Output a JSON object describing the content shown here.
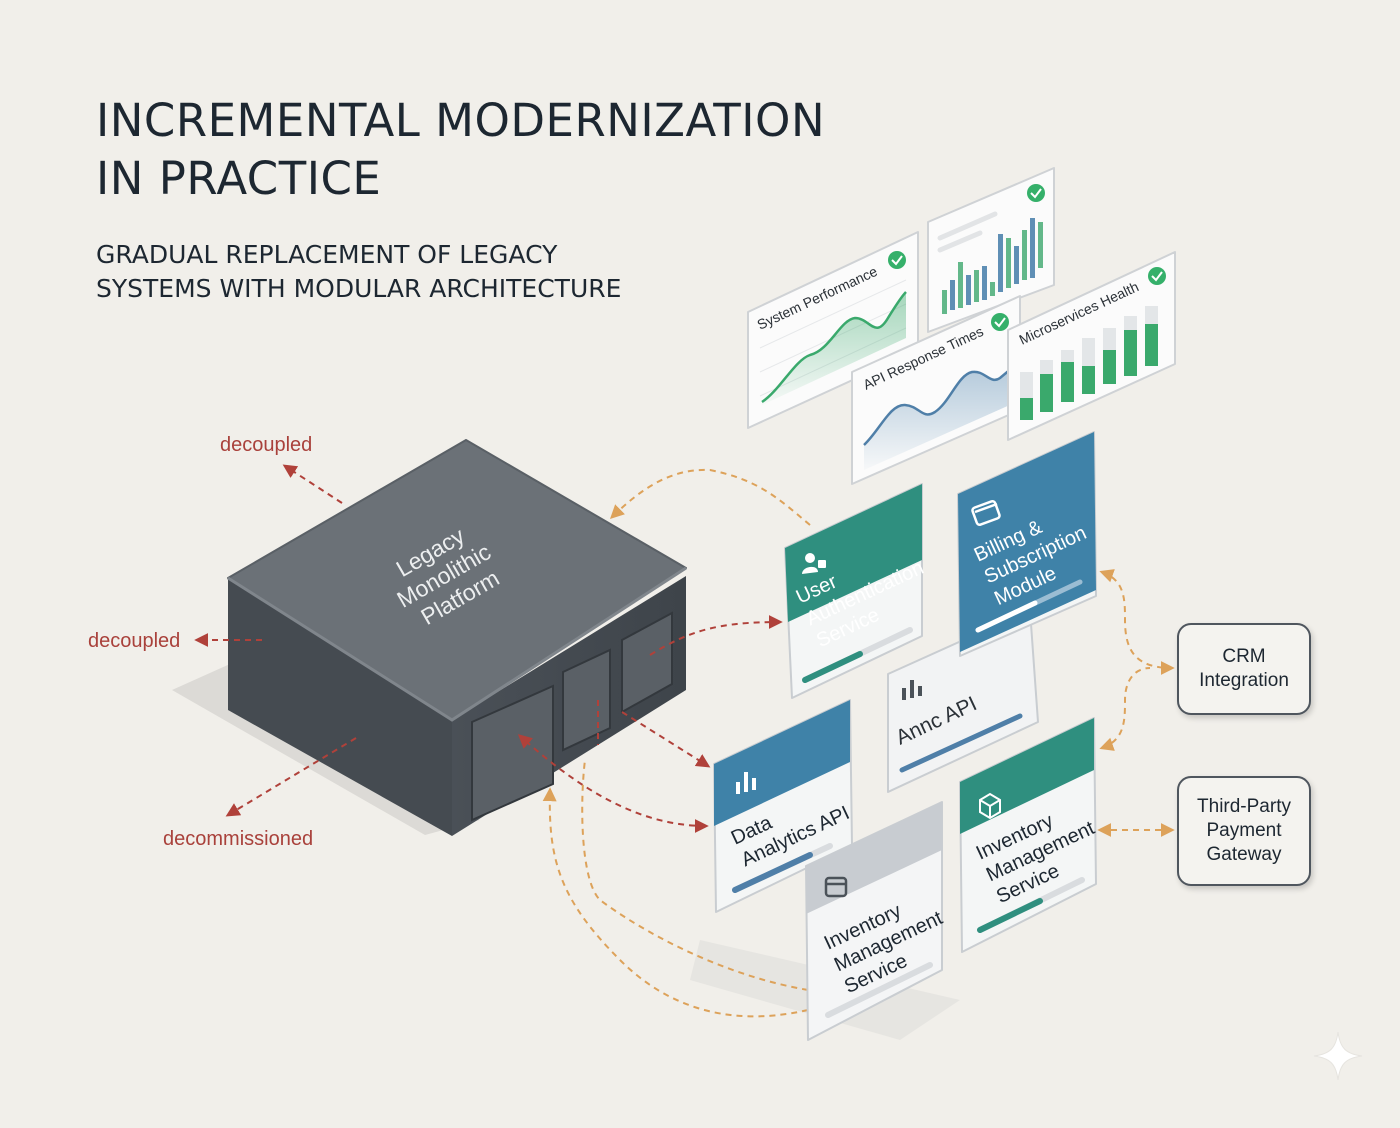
{
  "title_line1": "INCREMENTAL MODERNIZATION",
  "title_line2": "IN PRACTICE",
  "subtitle_line1": "GRADUAL REPLACEMENT OF LEGACY",
  "subtitle_line2": "SYSTEMS WITH MODULAR ARCHITECTURE",
  "monolith": {
    "lines": [
      "Legacy",
      "Monolithic",
      "Platform"
    ]
  },
  "annotations": {
    "decoupled_top": "decoupled",
    "decoupled_left": "decoupled",
    "decommissioned": "decommissioned"
  },
  "dashboards": {
    "system_performance": "System Performance",
    "api_response_times": "API Response Times",
    "microservices_health": "Microservices Health"
  },
  "modules": {
    "user_auth": [
      "User",
      "Authentication",
      "Service"
    ],
    "billing": [
      "Billing &",
      "Subscription",
      "Module"
    ],
    "anno_api": [
      "Annc API"
    ],
    "data_analytics": [
      "Data",
      "Analytics API"
    ],
    "inventory_gray": [
      "Inventory",
      "Management",
      "Service"
    ],
    "inventory_teal": [
      "Inventory",
      "Management",
      "Service"
    ]
  },
  "external": {
    "crm": "CRM\nIntegration",
    "payment": "Third-Party\nPayment\nGateway"
  },
  "colors": {
    "background": "#f1efea",
    "teal_header": "#2f8f7f",
    "blue_header": "#3f82a8",
    "monolith": "#5f666d",
    "decoupled_arrow": "#b0413a",
    "integration_arrow": "#dda25a",
    "chart_green": "#3aa96c",
    "chart_blue": "#5f8fb5",
    "check": "#35b06a"
  },
  "icons": [
    "user-lock-icon",
    "credit-card-icon",
    "bar-chart-icon",
    "box-icon",
    "cube-icon",
    "check-icon",
    "sparkle-icon"
  ]
}
